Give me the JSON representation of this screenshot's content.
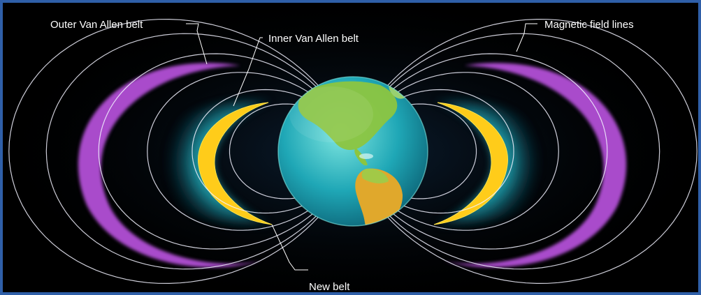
{
  "labels": {
    "outer_belt": "Outer Van Allen belt",
    "inner_belt": "Inner Van Allen belt",
    "field_lines": "Magnetic field lines",
    "new_belt": "New belt"
  },
  "colors": {
    "frame_border": "#2f5fa8",
    "background": "#000000",
    "outer_belt": "#b24fd6",
    "inner_belt": "#27c7cf",
    "new_belt": "#ffcc1a",
    "field_line": "#f2f2ff",
    "ocean": "#1fa7b6",
    "land": "#8cc540",
    "south_america": "#e0a82c"
  },
  "icons": [
    "earth-globe"
  ]
}
